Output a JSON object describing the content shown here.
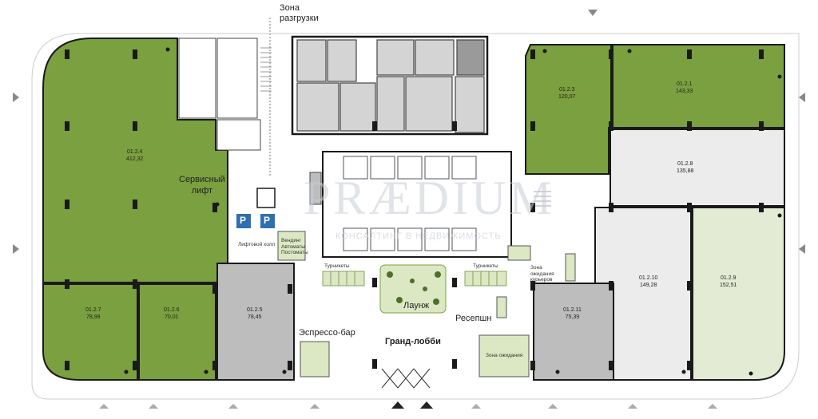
{
  "plan_labels": {
    "unloading_zone": "Зона\nразгрузки",
    "service_lift": "Сервисный\nлифт",
    "lift_hall": "Лифтовой холл",
    "vending": "Вендинг\nАвтоматы\nПостоматы",
    "turnstiles_left": "Турникеты",
    "turnstiles_right": "Турникеты",
    "courier_waiting": "Зона\nожидания\nкурьеров",
    "lounge": "Лаунж",
    "reception": "Ресепшн",
    "espresso_bar": "Эспрессо-бар",
    "grand_lobby": "Гранд-лобби",
    "waiting_zone": "Зона ожидания"
  },
  "watermark": {
    "title": "PRÆDIUM",
    "subtitle": "КОНСАЛТИНГ В НЕДВИЖИМОСТЬ"
  },
  "units": [
    {
      "id": "01.2.4",
      "area": "412,32",
      "status": "available"
    },
    {
      "id": "01.2.3",
      "area": "120,07",
      "status": "available"
    },
    {
      "id": "01.2.1",
      "area": "143,33",
      "status": "available"
    },
    {
      "id": "01.2.8",
      "area": "135,88",
      "status": "reserved"
    },
    {
      "id": "01.2.10",
      "area": "149,28",
      "status": "reserved"
    },
    {
      "id": "01.2.9",
      "area": "152,51",
      "status": "partial"
    },
    {
      "id": "01.2.7",
      "area": "78,99",
      "status": "available"
    },
    {
      "id": "01.2.6",
      "area": "70,01",
      "status": "available"
    },
    {
      "id": "01.2.5",
      "area": "78,45",
      "status": "occupied"
    },
    {
      "id": "01.2.11",
      "area": "75,39",
      "status": "occupied"
    }
  ],
  "parking_icon": "P",
  "colors": {
    "available": "#7aa03f",
    "partial": "#e3ebd4",
    "reserved": "#ececec",
    "occupied": "#bdbdbd",
    "core": "#d4d4d4",
    "wall": "#1a1a1a",
    "light_green": "#dce8c3",
    "parking_blue": "#2f6fb0"
  }
}
